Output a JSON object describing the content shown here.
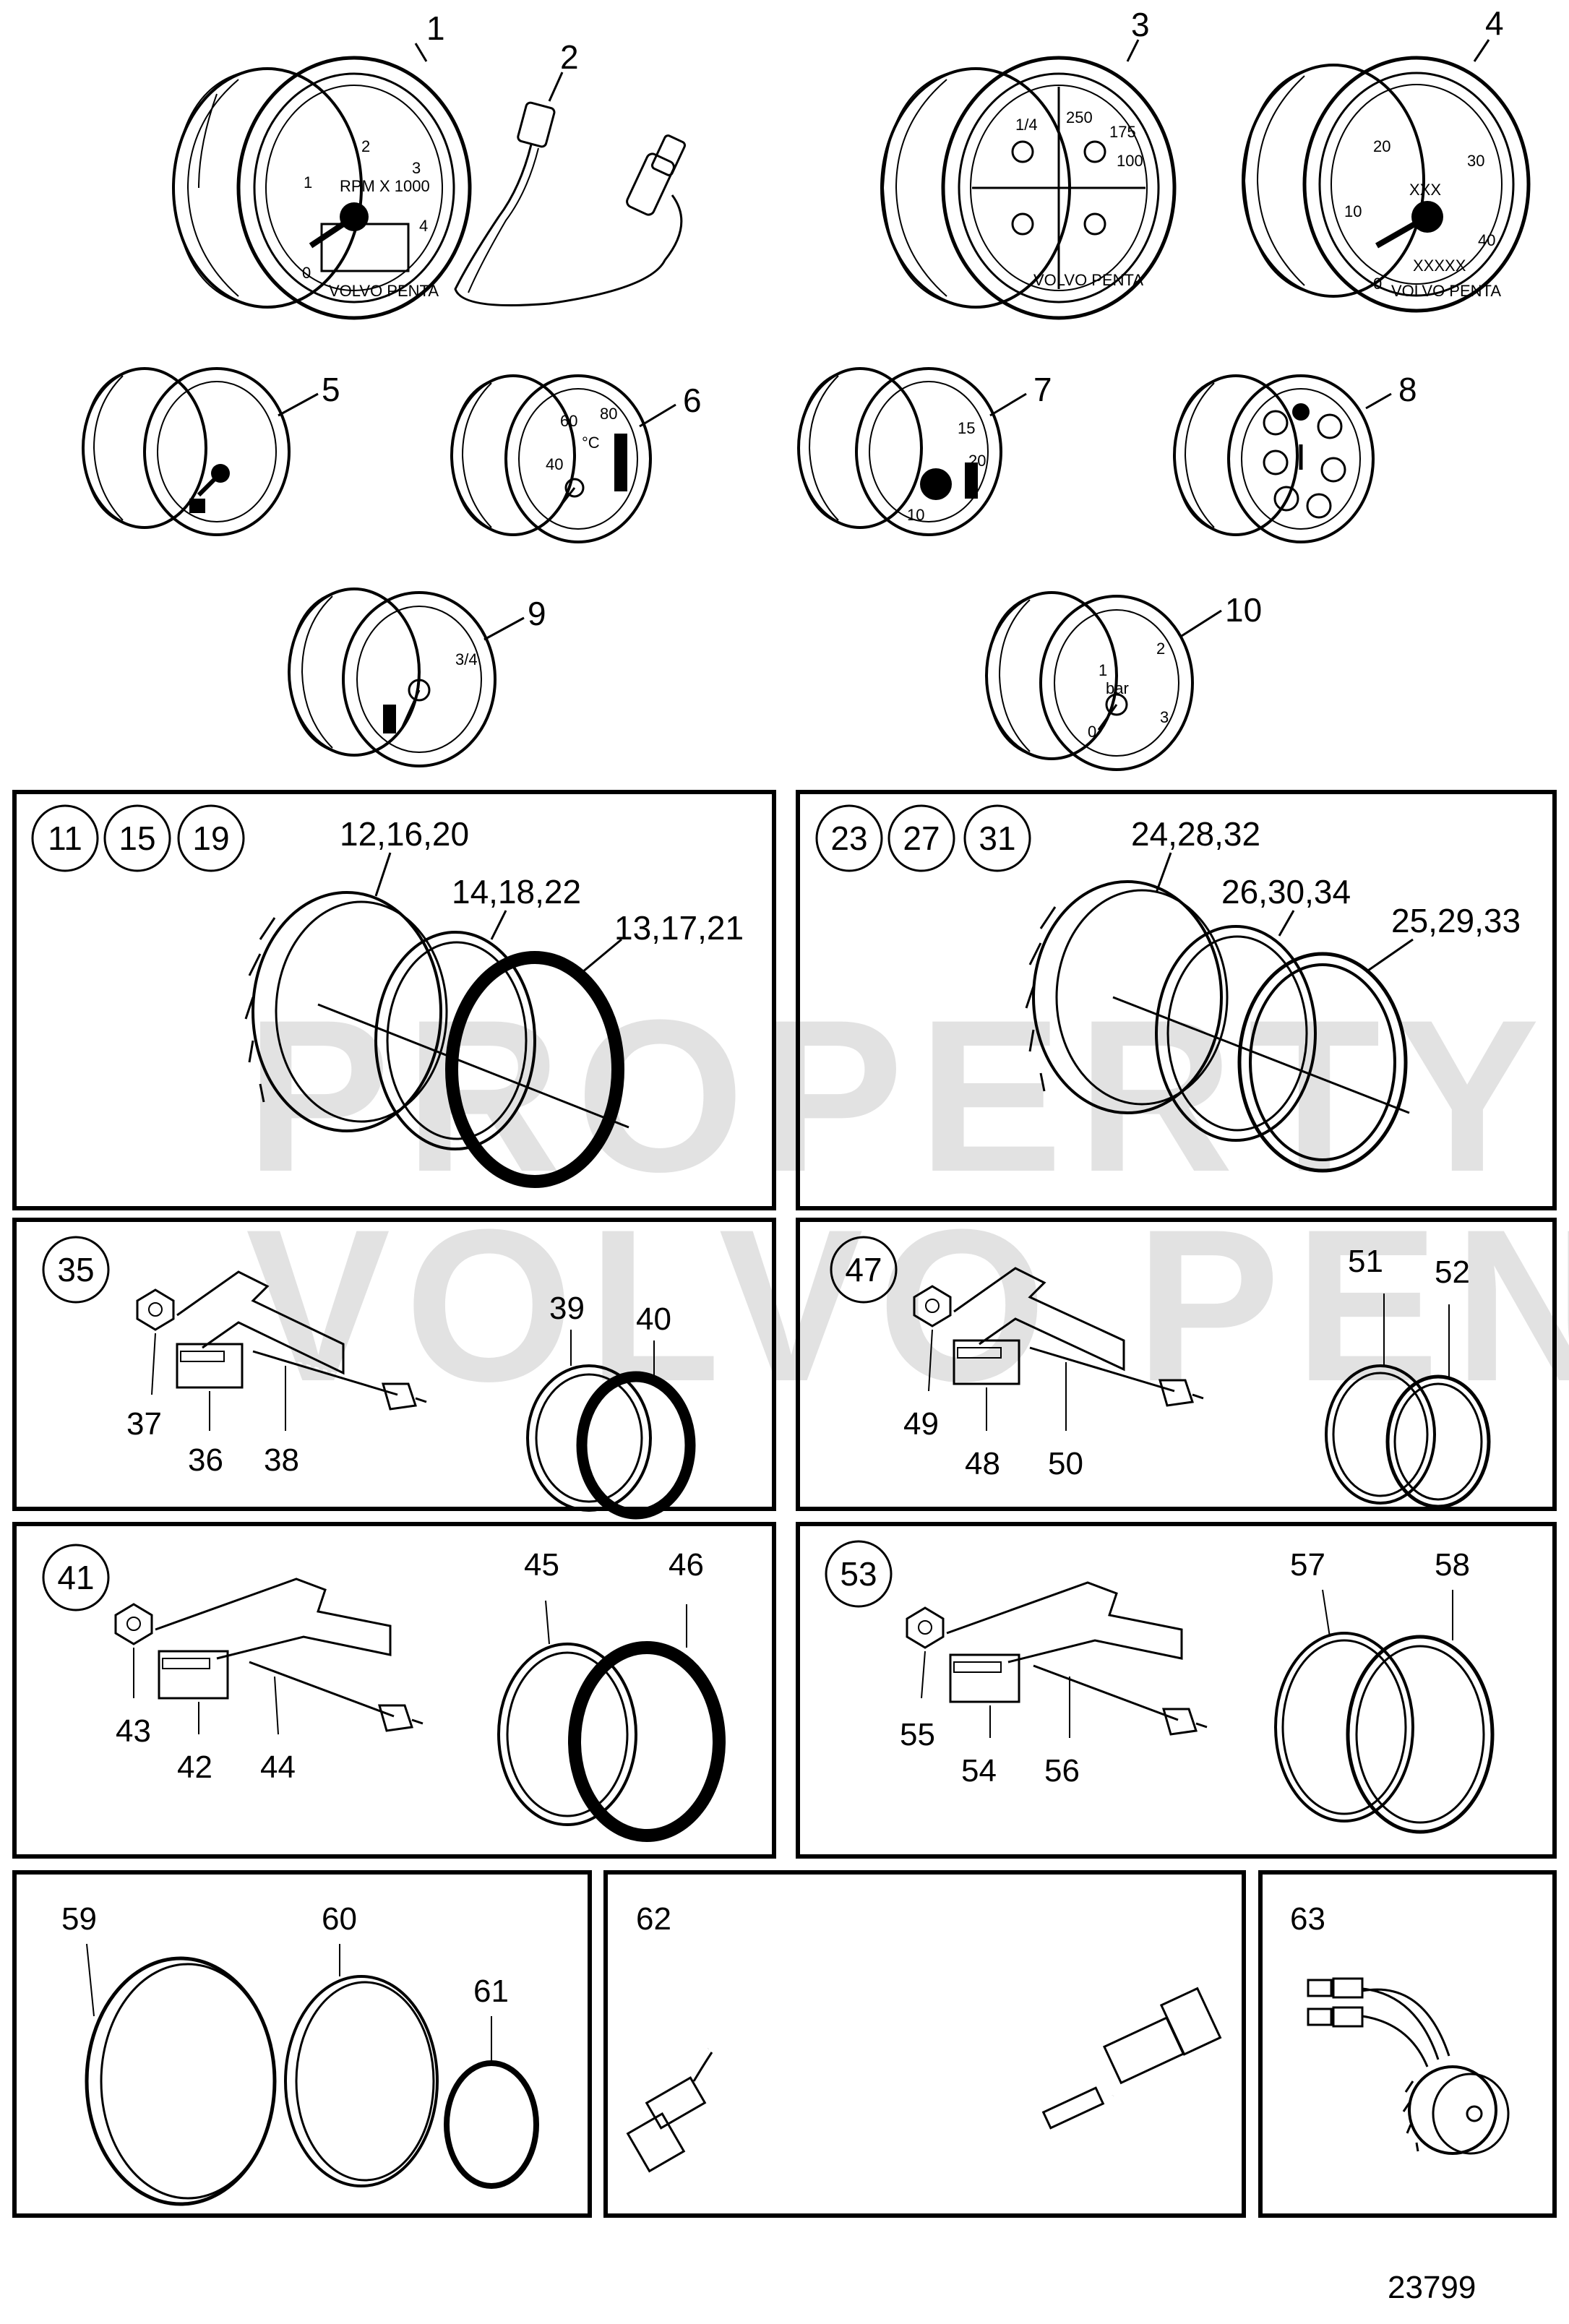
{
  "watermark": {
    "line1": "PROPERTY OF",
    "line2": "VOLVO PENTA"
  },
  "drawing_number": "23799",
  "gauges": [
    {
      "label": "1",
      "face": {
        "scale_text": "RPM X 1000",
        "ticks": [
          "0",
          "1",
          "2",
          "3",
          "4"
        ],
        "brand": "VOLVO PENTA"
      }
    },
    {
      "label": "2"
    },
    {
      "label": "3",
      "face": {
        "ticks": [
          "1/4",
          "250",
          "175",
          "100"
        ],
        "brand": "VOLVO PENTA"
      }
    },
    {
      "label": "4",
      "face": {
        "ticks": [
          "0",
          "10",
          "20",
          "30",
          "40"
        ],
        "inner_text": "XXX",
        "odo": "XXXXX",
        "brand": "VOLVO PENTA"
      }
    },
    {
      "label": "5"
    },
    {
      "label": "6",
      "face": {
        "ticks": [
          "40",
          "60",
          "80"
        ],
        "unit": "°C"
      }
    },
    {
      "label": "7",
      "face": {
        "ticks": [
          "10",
          "15",
          "20"
        ]
      }
    },
    {
      "label": "8"
    },
    {
      "label": "9",
      "face": {
        "ticks": [
          "3/4"
        ]
      }
    },
    {
      "label": "10",
      "face": {
        "ticks": [
          "0",
          "1",
          "2",
          "3"
        ],
        "unit": "bar"
      }
    }
  ],
  "panels": [
    {
      "id": "bezel-a",
      "circles": [
        "11",
        "15",
        "19"
      ],
      "callouts": [
        "12,16,20",
        "14,18,22",
        "13,17,21"
      ]
    },
    {
      "id": "bezel-b",
      "circles": [
        "23",
        "27",
        "31"
      ],
      "callouts": [
        "24,28,32",
        "26,30,34",
        "25,29,33"
      ]
    },
    {
      "id": "bracket-a",
      "circle": "35",
      "callouts": [
        "37",
        "36",
        "38",
        "39",
        "40"
      ]
    },
    {
      "id": "bracket-b",
      "circle": "47",
      "callouts": [
        "49",
        "48",
        "50",
        "51",
        "52"
      ]
    },
    {
      "id": "bracket-c",
      "circle": "41",
      "callouts": [
        "43",
        "42",
        "44",
        "45",
        "46"
      ]
    },
    {
      "id": "bracket-d",
      "circle": "53",
      "callouts": [
        "55",
        "54",
        "56",
        "57",
        "58"
      ]
    },
    {
      "id": "rings",
      "callouts": [
        "59",
        "60",
        "61"
      ]
    },
    {
      "id": "harness",
      "callouts": [
        "62"
      ]
    },
    {
      "id": "buzzer",
      "callouts": [
        "63"
      ]
    }
  ]
}
